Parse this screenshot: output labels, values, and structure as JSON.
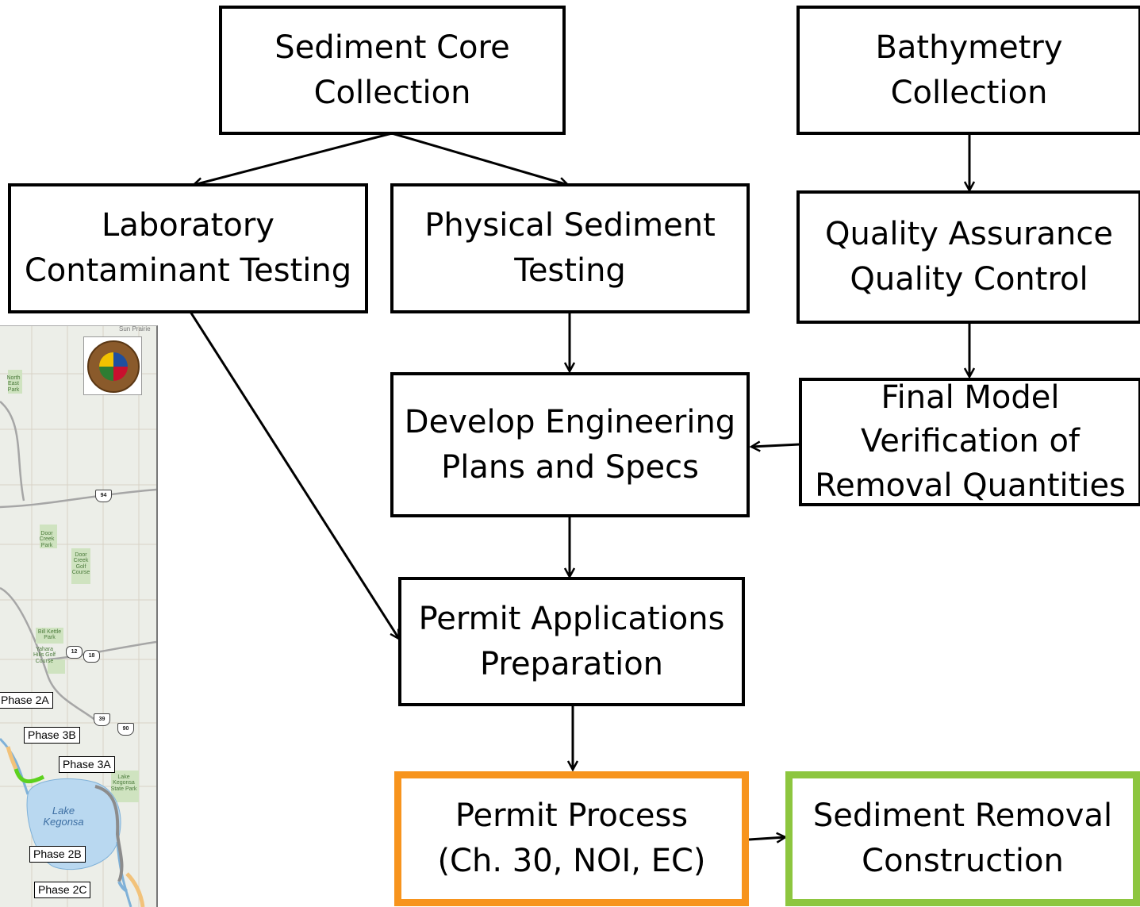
{
  "flowchart": {
    "sediment_core": [
      "Sediment Core",
      "Collection"
    ],
    "bathymetry": [
      "Bathymetry",
      "Collection"
    ],
    "lab_testing": [
      "Laboratory",
      "Contaminant Testing"
    ],
    "physical_testing": [
      "Physical Sediment",
      "Testing"
    ],
    "qaqc": [
      "Quality Assurance",
      "Quality Control"
    ],
    "engineering": [
      "Develop Engineering",
      "Plans and Specs"
    ],
    "final_model": [
      "Final Model",
      "Verification of",
      "Removal Quantities"
    ],
    "permit_apps": [
      "Permit Applications",
      "Preparation"
    ],
    "permit_process": [
      "Permit Process",
      "(Ch. 30, NOI, EC)"
    ],
    "sediment_removal": [
      "Sediment Removal",
      "Construction"
    ]
  },
  "colors": {
    "permit_process_border": "#F7941D",
    "sediment_removal_border": "#8DC63F"
  },
  "map": {
    "seal_icon": "county-seal-icon",
    "phases": [
      "Phase 2A",
      "Phase 3B",
      "Phase 3A",
      "Phase 2B",
      "Phase 2C"
    ],
    "lake": [
      "Lake",
      "Kegonsa"
    ],
    "town": "Sun Prairie",
    "parks": [
      "North East Park",
      "Door Creek Park",
      "Door Creek Golf Course",
      "Bill Kettle Park",
      "Yahara Hills Golf Course",
      "Lake Kegonsa State Park"
    ],
    "highways": [
      "94",
      "12",
      "18",
      "39",
      "90"
    ]
  }
}
